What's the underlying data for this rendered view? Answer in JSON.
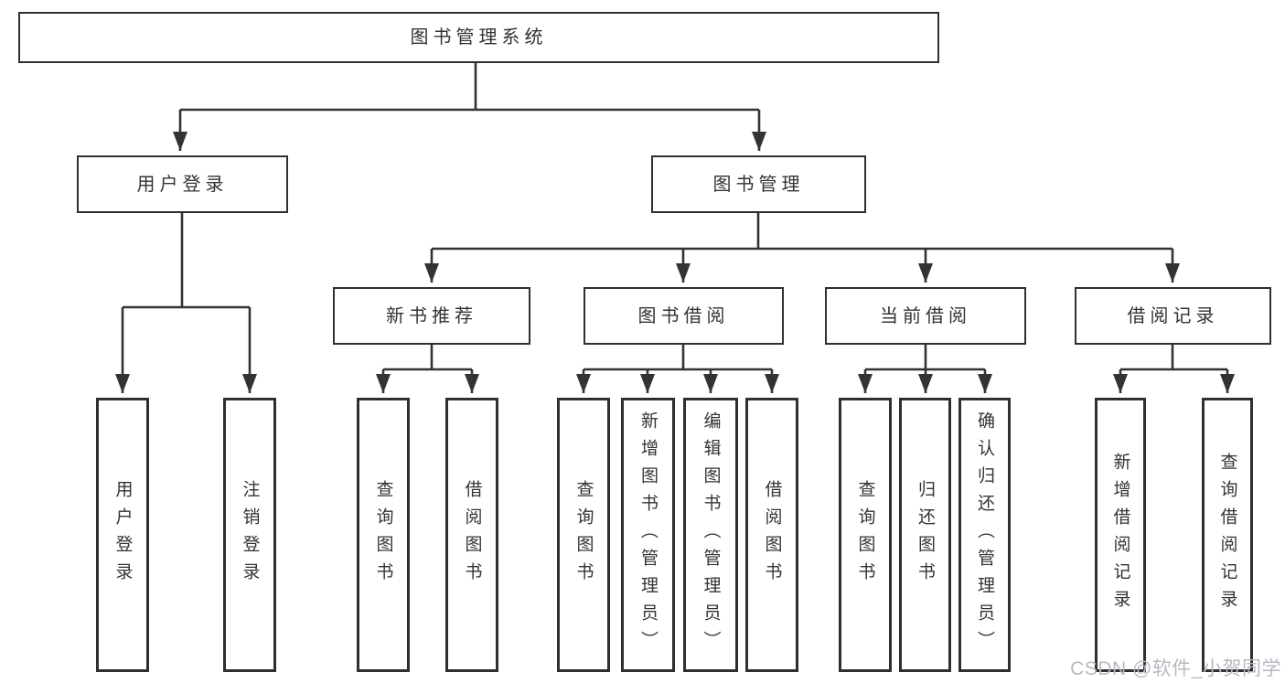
{
  "diagram": {
    "root": "图书管理系统",
    "level2": {
      "user_login": "用户登录",
      "book_management": "图书管理"
    },
    "level3": {
      "new_book_recommend": "新书推荐",
      "book_borrow": "图书借阅",
      "current_borrow": "当前借阅",
      "borrow_record": "借阅记录"
    },
    "leaves": {
      "user_login": "用户登录",
      "logout": "注销登录",
      "recommend_query_book": "查询图书",
      "recommend_borrow_book": "借阅图书",
      "borrow_query_book": "查询图书",
      "borrow_add_book": "新增图书（管理员）",
      "borrow_edit_book": "编辑图书（管理员）",
      "borrow_borrow_book": "借阅图书",
      "current_query_book": "查询图书",
      "current_return_book": "归还图书",
      "current_confirm_return": "确认归还（管理员）",
      "record_add": "新增借阅记录",
      "record_query": "查询借阅记录"
    }
  },
  "watermark": {
    "text": "CSDN @软件_小贺同学"
  },
  "colors": {
    "line": "#333333",
    "box_border": "#2f2f2f",
    "text": "#333333",
    "watermark": "#b5b9c0",
    "background": "#ffffff"
  }
}
